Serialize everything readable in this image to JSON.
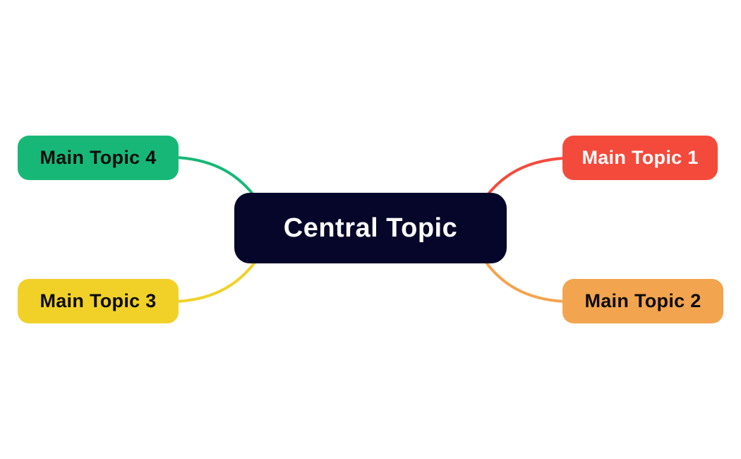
{
  "diagram": {
    "type": "mindmap",
    "background": "#ffffff",
    "central": {
      "id": "central",
      "label": "Central Topic",
      "bg": "#06062a",
      "text_color": "#ffffff"
    },
    "topics": [
      {
        "id": "topic1",
        "label": "Main Topic 1",
        "position": "top-right",
        "bg": "#f44a3c",
        "text_color": "#ffffff",
        "edge_color": "#f44a3c"
      },
      {
        "id": "topic2",
        "label": "Main Topic 2",
        "position": "bottom-right",
        "bg": "#f3a44e",
        "text_color": "#0d0d0d",
        "edge_color": "#f3a44e"
      },
      {
        "id": "topic3",
        "label": "Main Topic 3",
        "position": "bottom-left",
        "bg": "#f1d128",
        "text_color": "#0d0d0d",
        "edge_color": "#f1d128"
      },
      {
        "id": "topic4",
        "label": "Main Topic 4",
        "position": "top-left",
        "bg": "#17b877",
        "text_color": "#0d0d0d",
        "edge_color": "#17b877"
      }
    ]
  }
}
